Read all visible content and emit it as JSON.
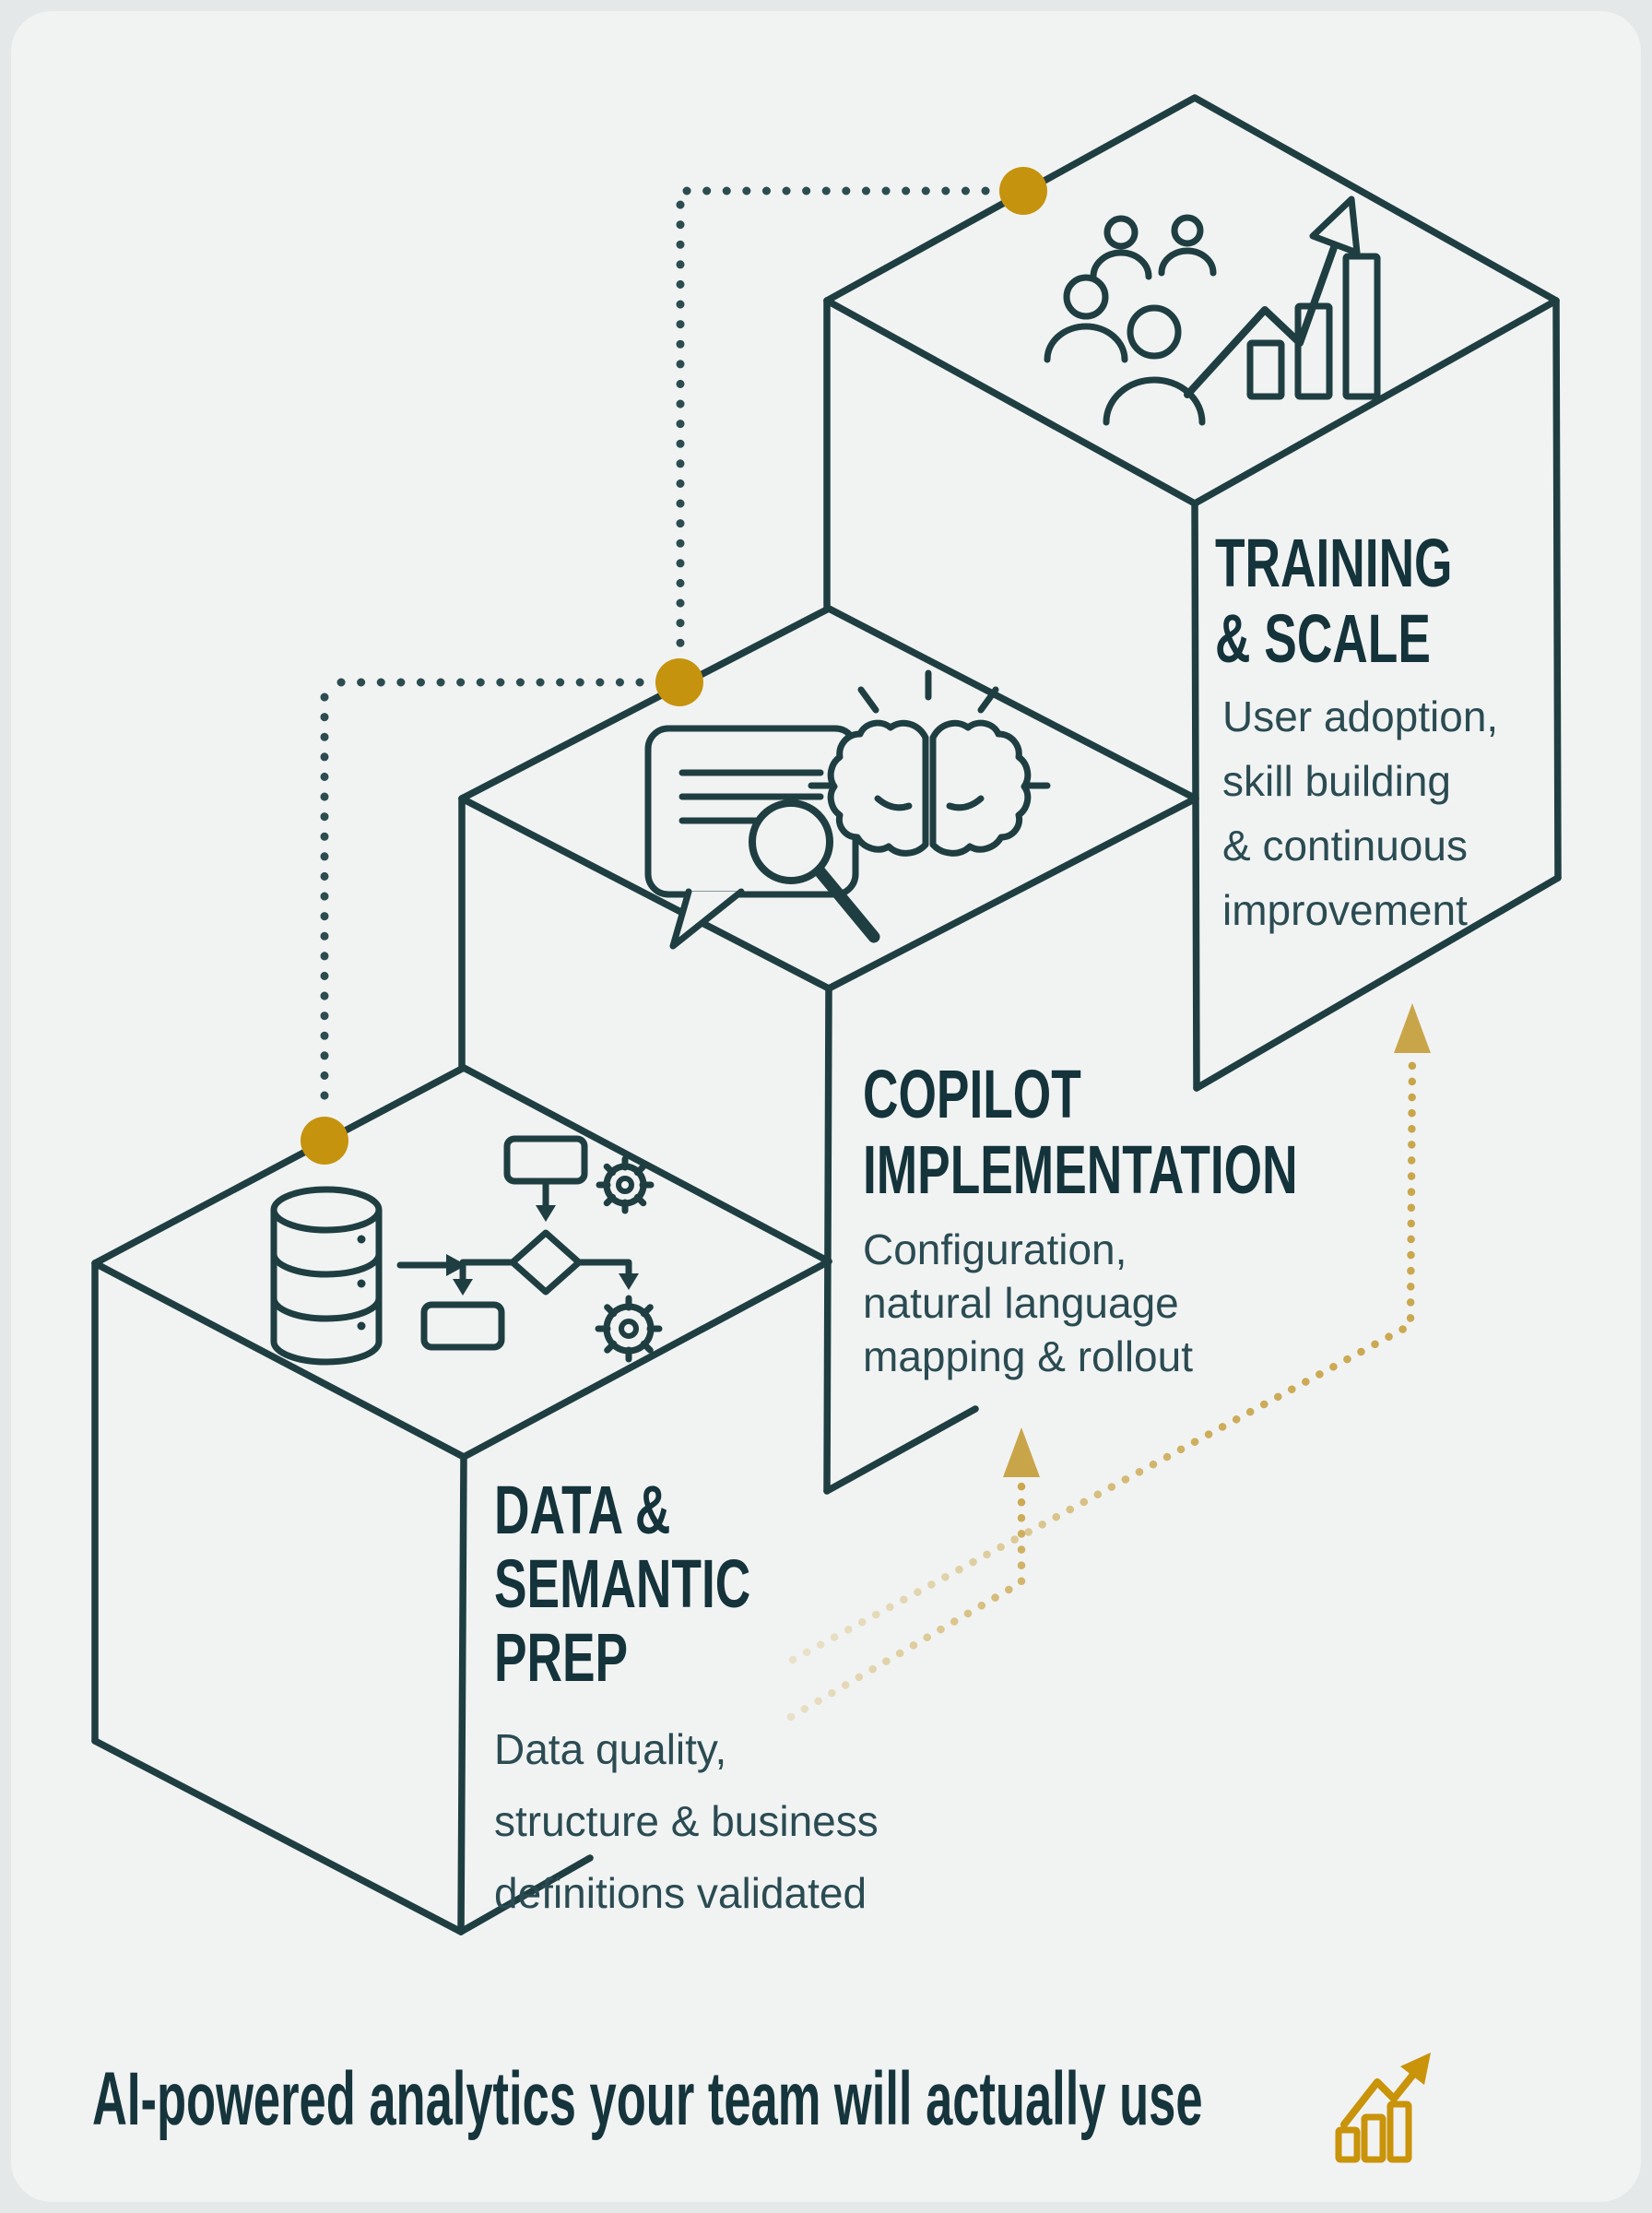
{
  "palette": {
    "background": "#e4e8e8",
    "panel": "#f1f3f3",
    "line_teal": "#1f3e41",
    "heading_color": "#14333a",
    "body_color": "#2b4b52",
    "gold_dot": "#c5930d",
    "gold_arrow": "#c9a54a"
  },
  "steps": [
    {
      "id": "data-semantic-prep",
      "order": 1,
      "title_lines": [
        "DATA &",
        "SEMANTIC",
        "PREP"
      ],
      "desc_lines": [
        "Data quality,",
        "structure & business",
        "definitions validated"
      ],
      "icons": [
        "database-icon",
        "flow-arrow-icon",
        "workflow-diagram-icon",
        "gear-icon"
      ]
    },
    {
      "id": "copilot-implementation",
      "order": 2,
      "title_lines": [
        "COPILOT",
        "IMPLEMENTATION"
      ],
      "desc_lines": [
        "Configuration,",
        "natural language",
        "mapping & rollout"
      ],
      "icons": [
        "chat-bubble-icon",
        "magnifier-icon",
        "brain-icon"
      ]
    },
    {
      "id": "training-scale",
      "order": 3,
      "title_lines": [
        "TRAINING",
        "& SCALE"
      ],
      "desc_lines": [
        "User adoption,",
        "skill building",
        "& continuous",
        "improvement"
      ],
      "icons": [
        "team-icon",
        "growth-arrow-icon",
        "bar-chart-icon"
      ]
    }
  ],
  "tagline": {
    "text": "AI-powered analytics your team will actually use",
    "icon": "gold-growth-chart-icon"
  }
}
